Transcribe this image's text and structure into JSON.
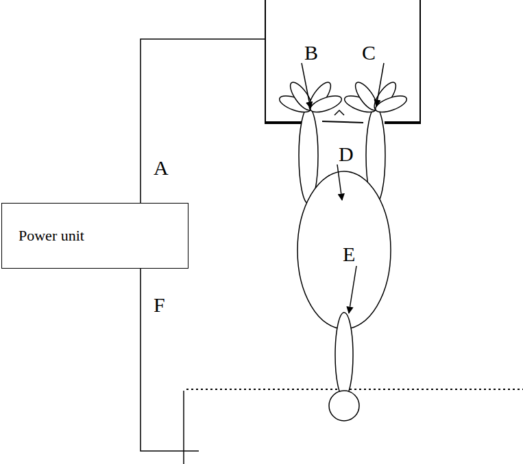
{
  "diagram": {
    "nodes": [
      {
        "text": [
          "Power unit"
        ]
      }
    ],
    "labels": [
      "A",
      "B",
      "C",
      "D",
      "E",
      "F"
    ]
  }
}
